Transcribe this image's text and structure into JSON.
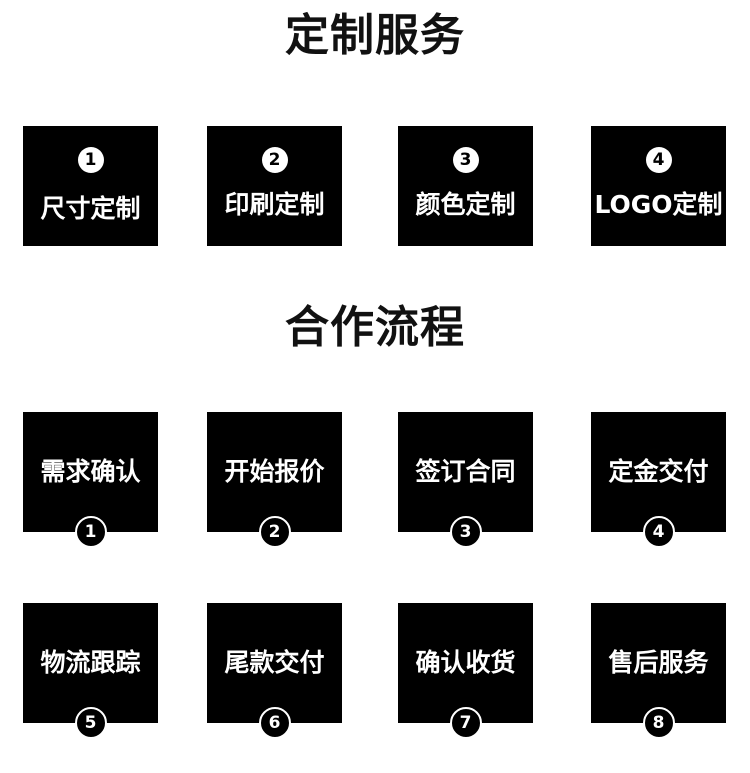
{
  "services": {
    "title": "定制服务",
    "items": [
      {
        "num": "1",
        "label": "尺寸定制"
      },
      {
        "num": "2",
        "label": "印刷定制"
      },
      {
        "num": "3",
        "label": "颜色定制"
      },
      {
        "num": "4",
        "label": "LOGO定制"
      }
    ]
  },
  "process": {
    "title": "合作流程",
    "steps": [
      {
        "num": "1",
        "label": "需求确认"
      },
      {
        "num": "2",
        "label": "开始报价"
      },
      {
        "num": "3",
        "label": "签订合同"
      },
      {
        "num": "4",
        "label": "定金交付"
      },
      {
        "num": "5",
        "label": "物流跟踪"
      },
      {
        "num": "6",
        "label": "尾款交付"
      },
      {
        "num": "7",
        "label": "确认收货"
      },
      {
        "num": "8",
        "label": "售后服务"
      }
    ]
  }
}
